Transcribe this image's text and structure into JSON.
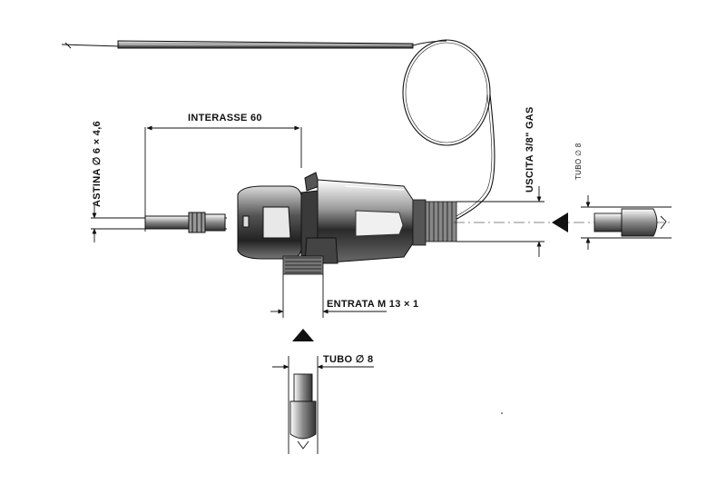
{
  "labels": {
    "interasse": "INTERASSE 60",
    "astina": "ASTINA ∅ 6 × 4,6",
    "uscita": "USCITA 3/8\" GAS",
    "tubo_right": "TUBO ∅ 8",
    "entrata": "ENTRATA M 13 × 1",
    "tubo_bottom": "TUBO ∅ 8"
  },
  "colors": {
    "ink": "#111111",
    "paper": "#ffffff"
  }
}
